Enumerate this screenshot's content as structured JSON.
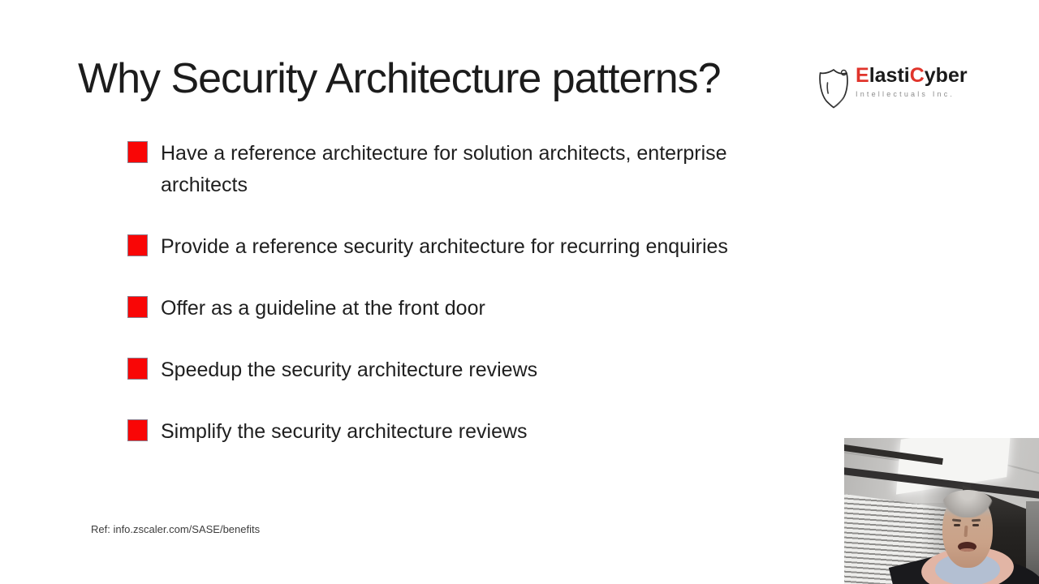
{
  "slide": {
    "title": "Why Security Architecture patterns?",
    "bullets": [
      "Have a reference architecture for solution architects, enterprise architects",
      "Provide a reference security architecture for recurring enquiries",
      "Offer as a guideline at the front door",
      "Speedup the security architecture reviews",
      "Simplify the security architecture reviews"
    ],
    "reference": "Ref: info.zscaler.com/SASE/benefits"
  },
  "logo": {
    "part_red_1": "E",
    "part_black_1": "lasti",
    "part_red_2": "C",
    "part_black_2": "yber",
    "subtitle": "Intellectuals Inc."
  },
  "colors": {
    "bullet_red": "#f90606",
    "logo_red": "#e0342b",
    "title_color": "#1c1c1c"
  }
}
